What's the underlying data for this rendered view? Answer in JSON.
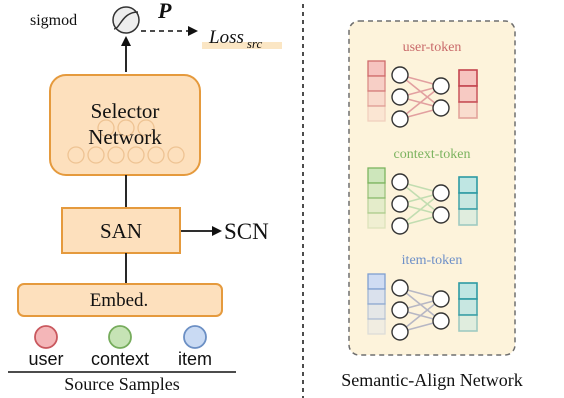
{
  "left": {
    "sigmoid_label": "sigmod",
    "p_label": "P",
    "loss_label": "Loss",
    "loss_sub": "src",
    "selector_line1": "Selector",
    "selector_line2": "Network",
    "san_label": "SAN",
    "scn_label": "SCN",
    "embed_label": "Embed.",
    "input_labels": [
      "user",
      "context",
      "item"
    ],
    "input_colors": [
      "#f4b6b8",
      "#c6e3b5",
      "#c9daf3"
    ],
    "input_strokes": [
      "#c9585e",
      "#76ac5c",
      "#6b8fc4"
    ],
    "caption": "Source Samples"
  },
  "right": {
    "groups": [
      {
        "title": "user-token",
        "title_color": "#c96a6a",
        "left_fill": "#f6c3bf",
        "left_stroke": "#cf6b6b",
        "right_fill": "#f6c3bf",
        "right_stroke": "#c4454f",
        "edge": "#e2a0a0"
      },
      {
        "title": "context-token",
        "title_color": "#7bb35f",
        "left_fill": "#cde6bb",
        "left_stroke": "#7cb45f",
        "right_fill": "#bfe6e3",
        "right_stroke": "#2e9aa3",
        "edge": "#c2ddb1"
      },
      {
        "title": "item-token",
        "title_color": "#6d8fc8",
        "left_fill": "#cfdcf3",
        "left_stroke": "#7f9fd1",
        "right_fill": "#bfe6e3",
        "right_stroke": "#2e9aa3",
        "edge": "#b7b7c4"
      }
    ],
    "caption": "Semantic-Align Network"
  },
  "colors": {
    "box_fill": "#fde0bd",
    "box_stroke": "#e59a3d",
    "panel_fill": "#fdf3db",
    "panel_stroke": "#6f6f6f"
  }
}
